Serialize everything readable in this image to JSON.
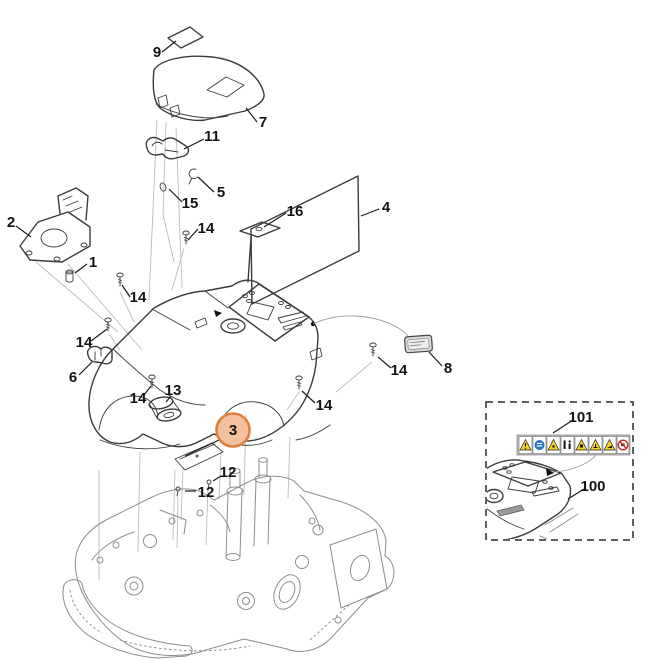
{
  "diagram": {
    "type": "exploded-parts-diagram",
    "subject": "robotic-mower-housing",
    "highlighted_part": "3"
  },
  "palette": {
    "background": "#ffffff",
    "part_line": "#3c3c3c",
    "chassis_line": "#8e8e8e",
    "guide_line": "#bcbcbc",
    "leader_line": "#1c1c1c",
    "label_text": "#141414",
    "highlight_fill": "#f3c19d",
    "highlight_stroke": "#df7e3d",
    "nameplate_fill": "#d8d8d8",
    "strip_bg": "#b8b8b8",
    "warn_yellow": "#f2cf2a",
    "warn_blue": "#2273c8",
    "warn_red": "#c4332e"
  },
  "callouts": [
    {
      "label": "9"
    },
    {
      "label": "7"
    },
    {
      "label": "11"
    },
    {
      "label": "5"
    },
    {
      "label": "15"
    },
    {
      "label": "14"
    },
    {
      "label": "16"
    },
    {
      "label": "4"
    },
    {
      "label": "2"
    },
    {
      "label": "1"
    },
    {
      "label": "14"
    },
    {
      "label": "14"
    },
    {
      "label": "6"
    },
    {
      "label": "14"
    },
    {
      "label": "13"
    },
    {
      "label": "14"
    },
    {
      "label": "14"
    },
    {
      "label": "8"
    },
    {
      "label": "3"
    },
    {
      "label": "12"
    },
    {
      "label": "12"
    },
    {
      "label": "101"
    },
    {
      "label": "100"
    }
  ],
  "warning_label": {
    "icons": [
      "exclamation-triangle-icon",
      "read-manual-blue-icon",
      "warning-triangle-icon",
      "manual-pictogram-icon",
      "warning-triangle-icon",
      "warning-triangle-icon",
      "warning-triangle-icon",
      "prohibition-circle-icon"
    ]
  }
}
